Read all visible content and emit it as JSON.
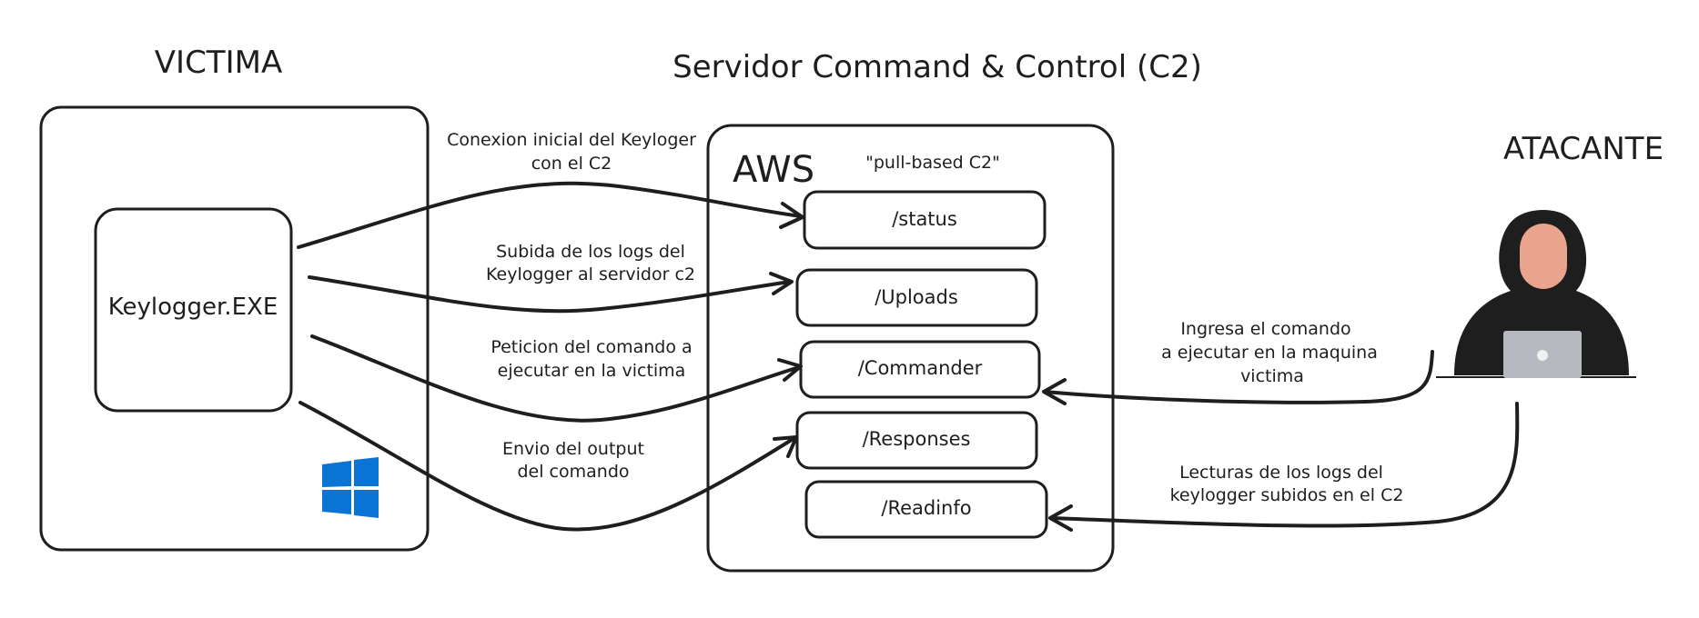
{
  "titles": {
    "victim": "VICTIMA",
    "server": "Servidor Command & Control (C2)",
    "attacker": "ATACANTE"
  },
  "victim": {
    "program": "Keylogger.EXE",
    "os_icon": "windows-logo-icon",
    "os_color": "#0a74d4"
  },
  "server": {
    "provider": "AWS",
    "note": "\"pull-based C2\"",
    "endpoints": [
      "/status",
      "/Uploads",
      "/Commander",
      "/Responses",
      "/Readinfo"
    ]
  },
  "attacker": {
    "icon": "hooded-hacker-laptop-icon"
  },
  "flows": {
    "connect": [
      "Conexion inicial del Keyloger",
      "con el C2"
    ],
    "upload": [
      "Subida de los logs del",
      "Keylogger al servidor c2"
    ],
    "request": [
      "Peticion del comando a",
      "ejecutar en la victima"
    ],
    "send": [
      "Envio del output",
      "del comando"
    ],
    "command": [
      "Ingresa el comando",
      "a ejecutar en la maquina",
      "victima"
    ],
    "read": [
      "Lecturas de los logs del",
      "keylogger subidos en el C2"
    ]
  }
}
